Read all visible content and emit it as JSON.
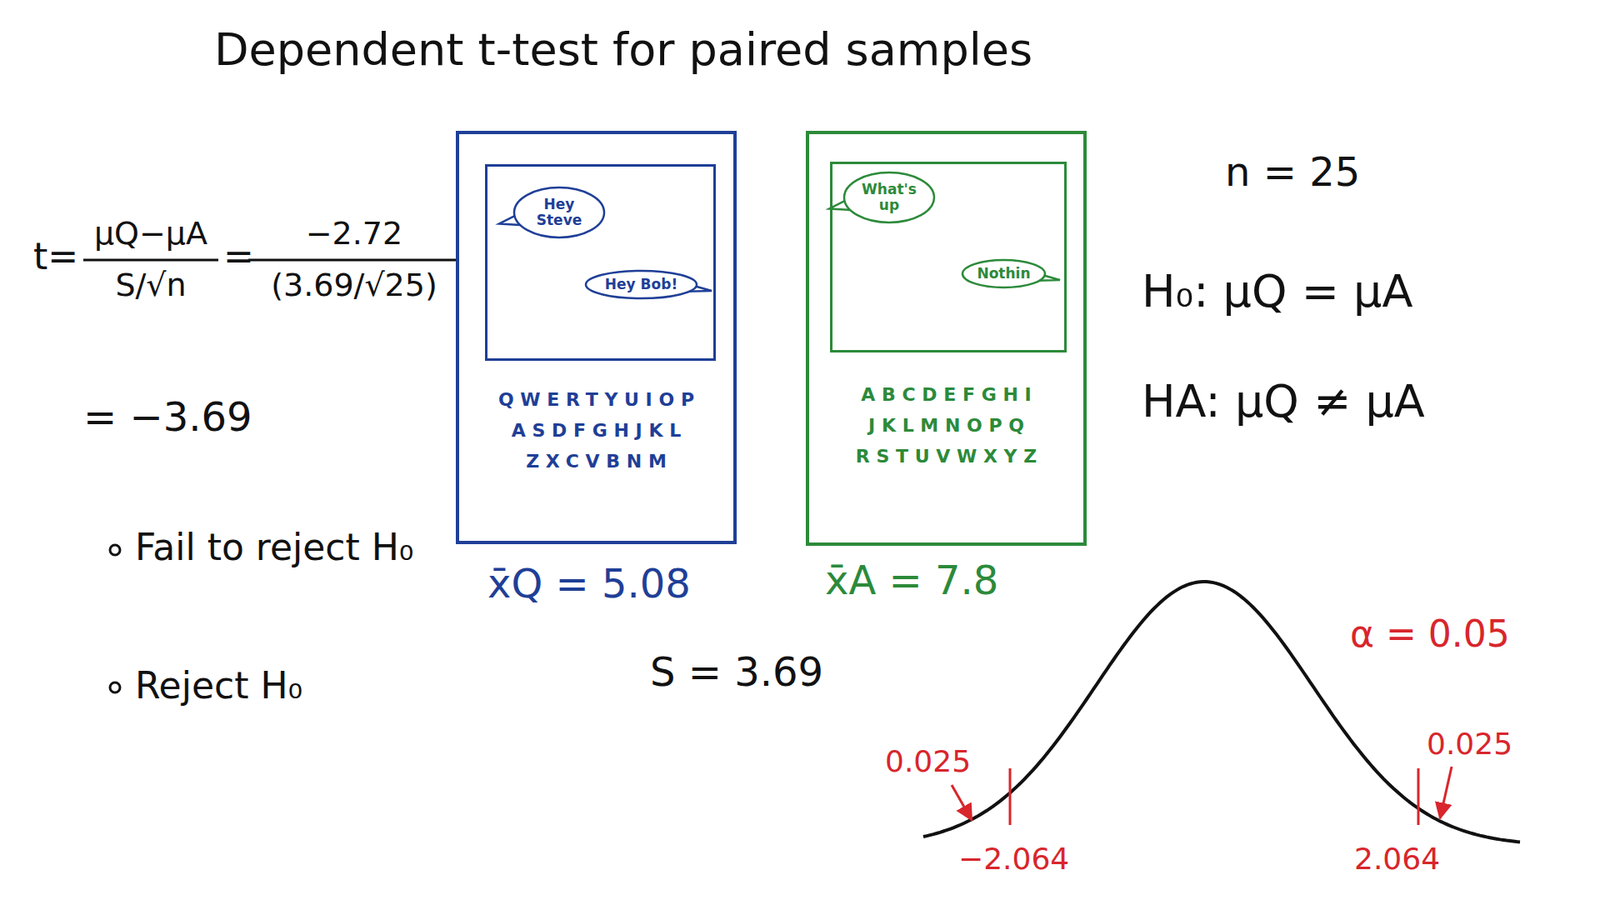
{
  "diagram": {
    "title": "Dependent t-test for paired samples",
    "nodes": [
      {
        "text": [
          "QWERTYUIOP",
          "ASDFGHJKL",
          "ZXCVBNM"
        ]
      },
      {
        "text": [
          "Hey Steve"
        ],
        "in": 0
      },
      {
        "text": [
          "Hey Bob!"
        ],
        "in": 0
      },
      {
        "text": [
          "ABCDEFGHI",
          "JKLMNOPQ",
          "RSTUVWXYZ"
        ]
      },
      {
        "text": [
          "What's up"
        ],
        "in": 3
      },
      {
        "text": [
          "Nothin"
        ],
        "in": 3
      }
    ],
    "labels": [
      "t=",
      "μQ−μA",
      "S/√n",
      "=",
      "−2.72",
      "(3.69/√25)",
      "= −3.69",
      "Fail to reject H₀",
      "Reject H₀",
      "x̄Q = 5.08",
      "x̄A = 7.8",
      "S = 3.69",
      "n = 25",
      "H₀: μQ = μA",
      "HA: μQ ≠ μA",
      "α = 0.05",
      "0.025",
      "0.025",
      "−2.064",
      "2.064"
    ]
  }
}
